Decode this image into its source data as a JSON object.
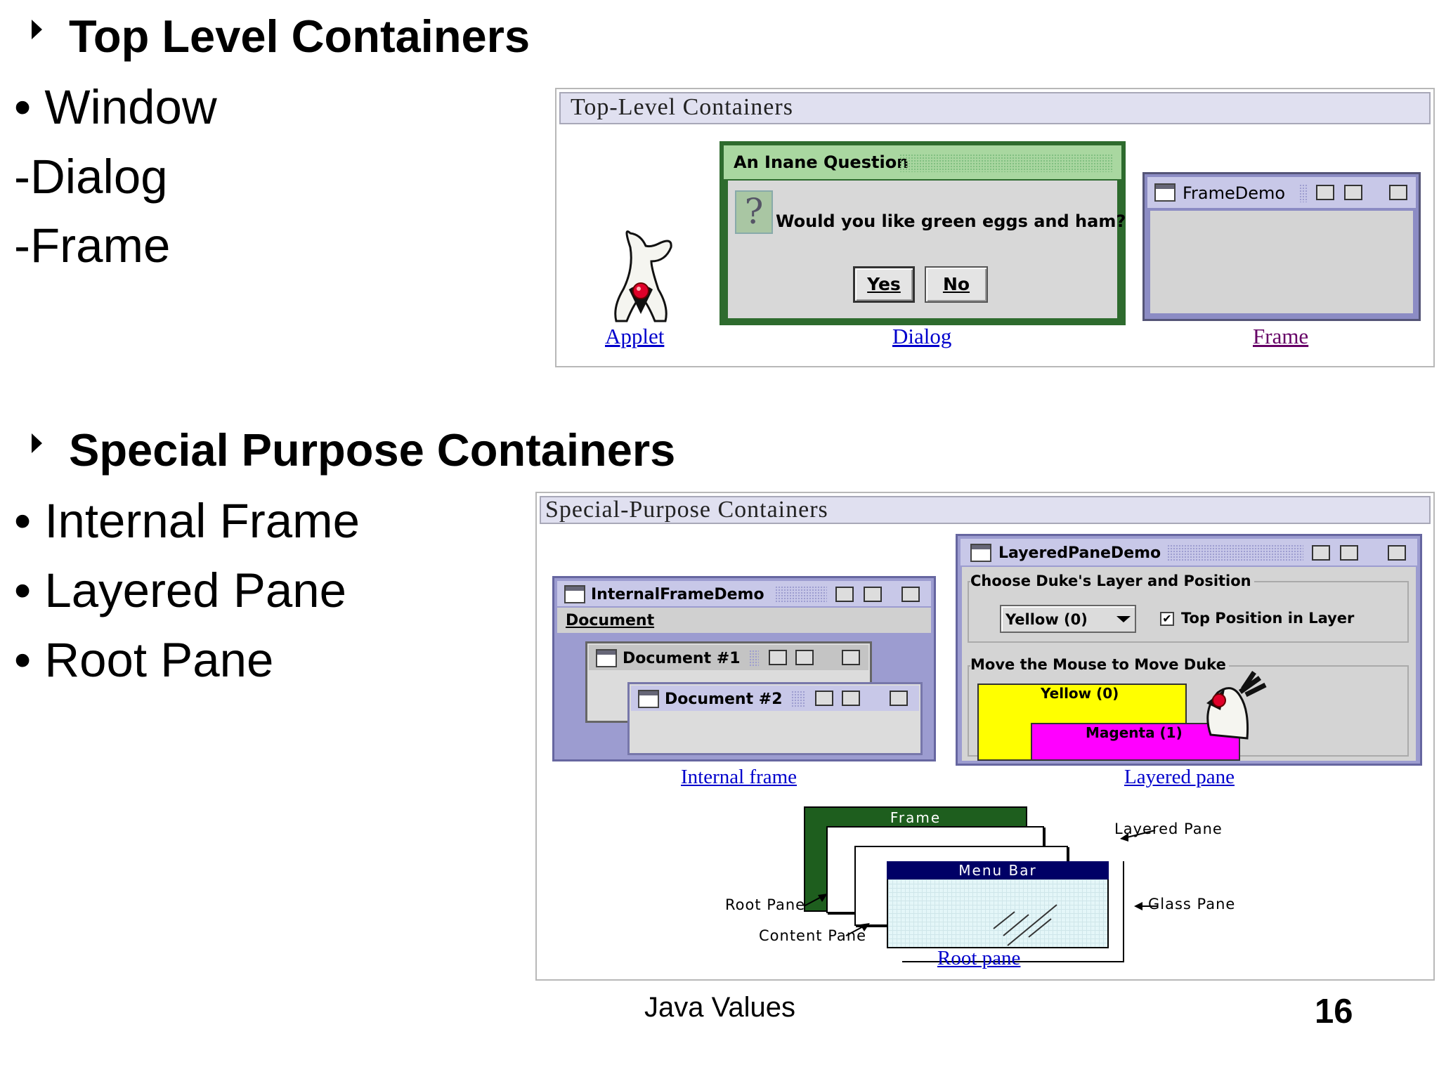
{
  "sections": {
    "top": {
      "heading": "Top Level Containers",
      "items": [
        "• Window",
        "-Dialog",
        "-Frame"
      ]
    },
    "special": {
      "heading": "Special Purpose Containers",
      "items": [
        "• Internal Frame",
        "• Layered Pane",
        "• Root Pane"
      ]
    }
  },
  "top_panel": {
    "title": "Top-Level Containers",
    "links": {
      "applet": "Applet",
      "dialog": "Dialog",
      "frame": "Frame"
    },
    "dialog": {
      "title": "An Inane Question",
      "message": "Would you like green eggs and ham?",
      "yes": "Yes",
      "no": "No",
      "question_glyph": "?"
    },
    "frame_demo": {
      "title": "FrameDemo"
    }
  },
  "special_panel": {
    "title": "Special-Purpose Containers",
    "internal": {
      "title": "InternalFrameDemo",
      "menu": "Document",
      "doc1": "Document #1",
      "doc2": "Document #2",
      "link": "Internal frame"
    },
    "layered": {
      "title": "LayeredPaneDemo",
      "group1": "Choose Duke's Layer and Position",
      "select_value": "Yellow (0)",
      "checkbox_label": "Top Position in Layer",
      "group2": "Move the Mouse to Move Duke",
      "yellow_label": "Yellow (0)",
      "magenta_label": "Magenta (1)",
      "link": "Layered pane"
    },
    "root": {
      "frame_label": "Frame",
      "menubar_label": "Menu Bar",
      "layered_label": "Layered Pane",
      "glass_label": "Glass Pane",
      "rootpane_label": "Root Pane",
      "content_label": "Content Pane",
      "link": "Root pane"
    }
  },
  "footer": {
    "center": "Java Values",
    "page": "16"
  },
  "colors": {
    "link": "#0000cc",
    "dialog_green": "#2e6b2e",
    "frame_purple": "#8c8cc4",
    "yellow": "#ffff00",
    "magenta": "#ff00ff",
    "menubar": "#000066"
  }
}
